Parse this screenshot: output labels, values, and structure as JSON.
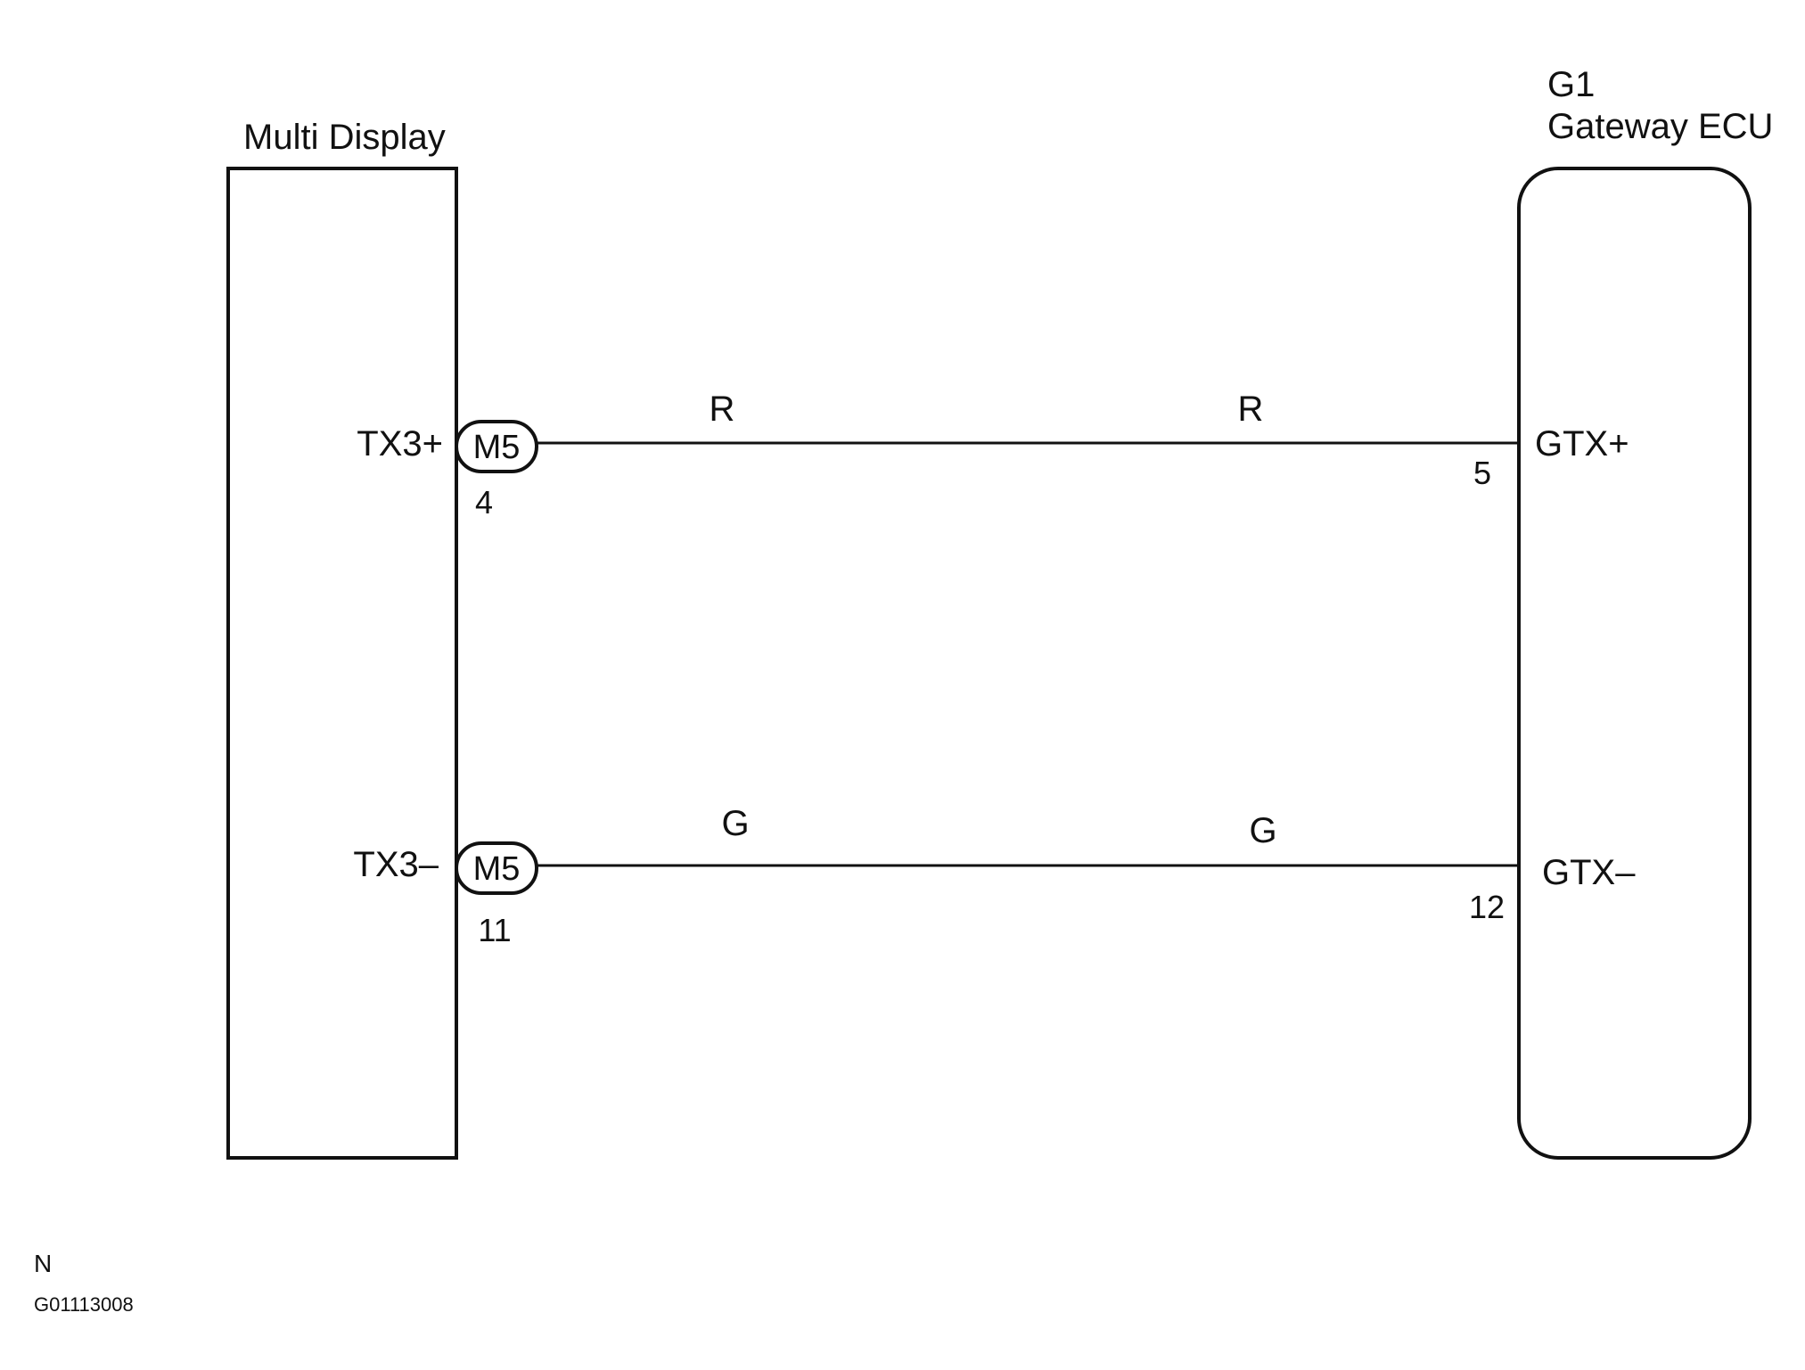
{
  "left_component": {
    "title": "Multi Display"
  },
  "right_component": {
    "code": "G1",
    "title": "Gateway ECU"
  },
  "connections": [
    {
      "left_terminal": "TX3+",
      "left_connector": "M5",
      "left_pin": "4",
      "wire_color_left": "R",
      "wire_color_right": "R",
      "right_pin": "5",
      "right_terminal": "GTX+"
    },
    {
      "left_terminal": "TX3–",
      "left_connector": "M5",
      "left_pin": "11",
      "wire_color_left": "G",
      "wire_color_right": "G",
      "right_pin": "12",
      "right_terminal": "GTX–"
    }
  ],
  "footer": {
    "mark": "N",
    "figure_id": "G01113008"
  },
  "colors": {
    "line": "#111111",
    "background": "#ffffff"
  }
}
